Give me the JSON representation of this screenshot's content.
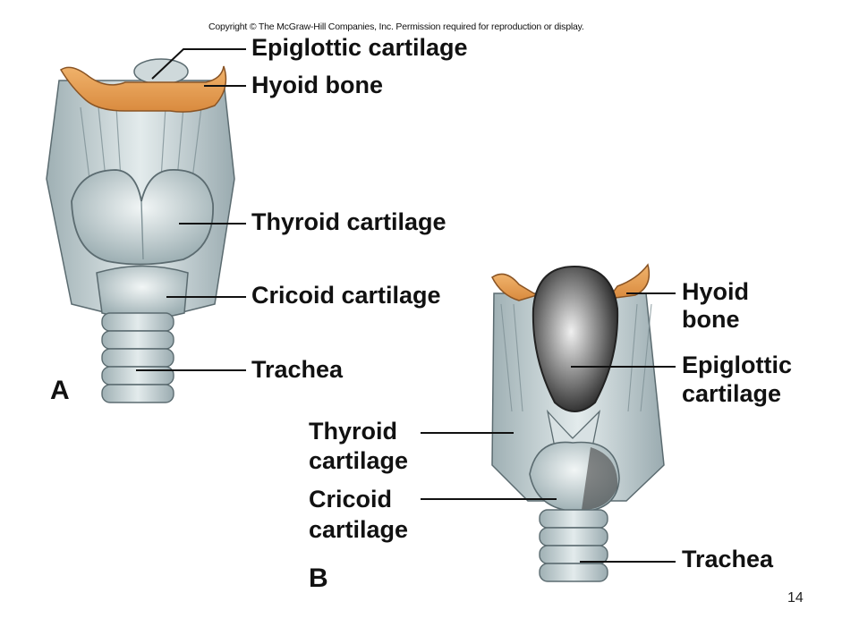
{
  "copyright": "Copyright © The McGraw-Hill Companies, Inc. Permission required for reproduction or display.",
  "panel_a": {
    "letter": "A",
    "labels": {
      "epiglottic": "Epiglottic cartilage",
      "hyoid": "Hyoid bone",
      "thyroid": "Thyroid cartilage",
      "cricoid": "Cricoid cartilage",
      "trachea": "Trachea"
    }
  },
  "panel_b": {
    "letter": "B",
    "labels": {
      "hyoid_1": "Hyoid",
      "hyoid_2": "bone",
      "epiglottic_1": "Epiglottic",
      "epiglottic_2": "cartilage",
      "thyroid_1": "Thyroid",
      "thyroid_2": "cartilage",
      "cricoid_1": "Cricoid",
      "cricoid_2": "cartilage",
      "trachea": "Trachea"
    }
  },
  "page_number": "14",
  "colors": {
    "bone": "#e8a25a",
    "cartilage": "#c9d5d8",
    "cartilage_dark": "#8fa0a5",
    "interior": "#3a3a3a"
  }
}
